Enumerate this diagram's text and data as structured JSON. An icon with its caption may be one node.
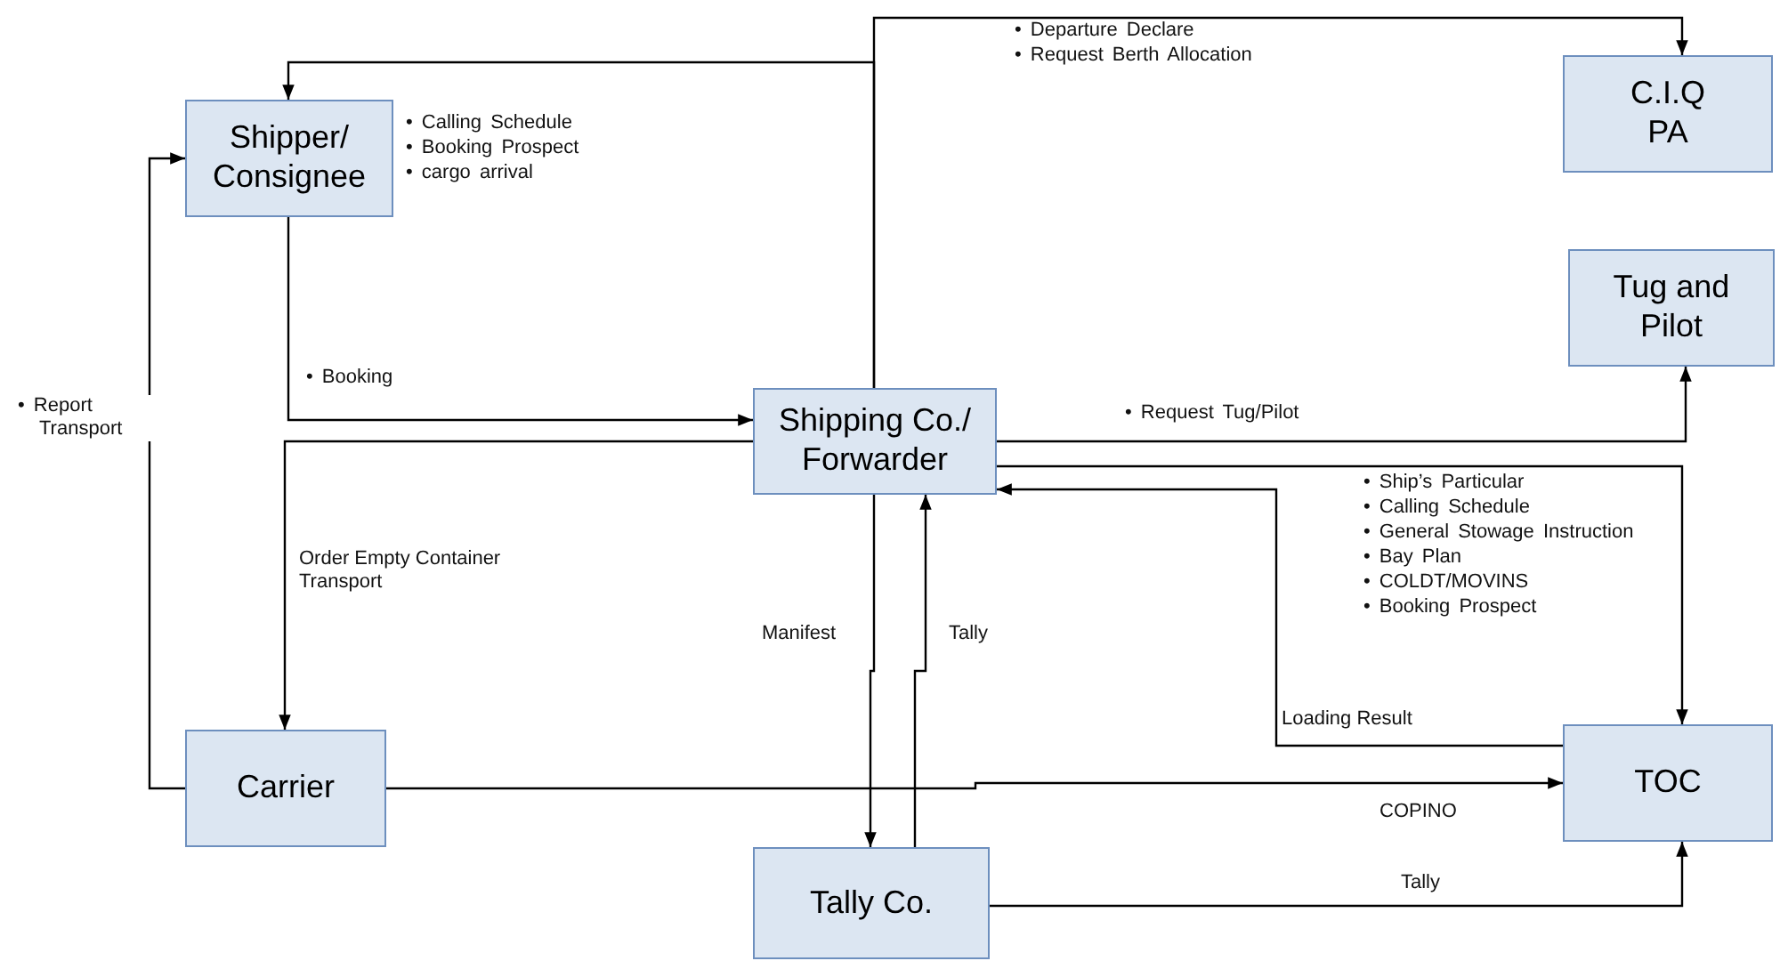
{
  "diagram": {
    "nodes": [
      {
        "text": [
          "Shipper/ Consignee"
        ]
      },
      {
        "text": [
          "C.I.Q PA"
        ]
      },
      {
        "text": [
          "Tug and Pilot"
        ]
      },
      {
        "text": [
          "Shipping Co./ Forwarder"
        ]
      },
      {
        "text": [
          "Carrier"
        ]
      },
      {
        "text": [
          "TOC"
        ]
      },
      {
        "text": [
          "Tally Co."
        ]
      }
    ],
    "edges": [
      {
        "from": 3,
        "to": 0,
        "arrow": "to"
      },
      {
        "from": 3,
        "to": 1,
        "arrow": "to"
      },
      {
        "from": 0,
        "to": 3,
        "arrow": "to",
        "label": "• Booking"
      },
      {
        "from": 4,
        "to": 0,
        "arrow": "to",
        "label": "• Report Transport"
      },
      {
        "from": 3,
        "to": 2,
        "arrow": "to",
        "label": "• Request Tug/Pilot"
      },
      {
        "from": 3,
        "to": 4,
        "arrow": "to",
        "label": "Order Empty Container Transport"
      },
      {
        "from": 3,
        "to": 5,
        "arrow": "to"
      },
      {
        "from": 5,
        "to": 3,
        "arrow": "to",
        "label": "Loading Result"
      },
      {
        "from": 3,
        "to": 6,
        "arrow": "to",
        "label": "Manifest"
      },
      {
        "from": 6,
        "to": 3,
        "arrow": "to",
        "label": "Tally"
      },
      {
        "from": 4,
        "to": 5,
        "arrow": "to",
        "label": "COPINO"
      },
      {
        "from": 6,
        "to": 5,
        "arrow": "to",
        "label": "Tally"
      }
    ],
    "labels": [
      "• Calling Schedule",
      "• Booking Prospect",
      "• cargo arrival",
      "• Departure Declare",
      "• Request Berth Allocation",
      "• Ship’s Particular",
      "• Calling Schedule",
      "• General Stowage Instruction",
      "• Bay Plan",
      "• COLDT/MOVINS",
      "• Booking Prospect"
    ]
  }
}
